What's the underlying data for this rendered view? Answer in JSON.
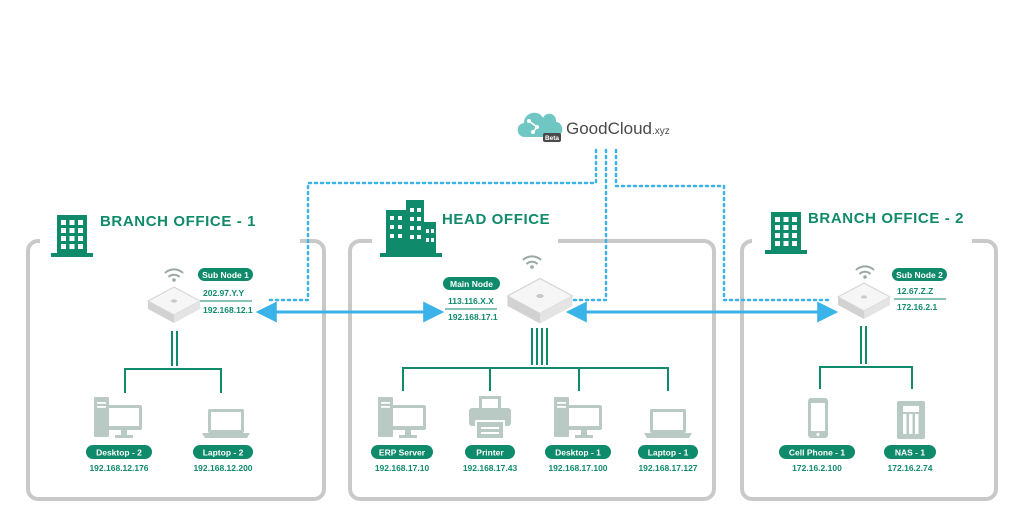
{
  "cloud": {
    "brand": "GoodCloud",
    "suffix": ".xyz",
    "badge": "Beta"
  },
  "offices": {
    "branch1": {
      "title": "BRANCH OFFICE - 1"
    },
    "head": {
      "title": "HEAD OFFICE"
    },
    "branch2": {
      "title": "BRANCH OFFICE - 2"
    }
  },
  "nodes": {
    "sub1": {
      "label": "Sub Node 1",
      "wan_ip": "202.97.Y.Y",
      "lan_ip": "192.168.12.1"
    },
    "main": {
      "label": "Main Node",
      "wan_ip": "113.116.X.X",
      "lan_ip": "192.168.17.1"
    },
    "sub2": {
      "label": "Sub Node 2",
      "wan_ip": "12.67.Z.Z",
      "lan_ip": "172.16.2.1"
    }
  },
  "devices": {
    "desktop2": {
      "name": "Desktop - 2",
      "ip": "192.168.12.176",
      "icon": "desktop-icon"
    },
    "laptop2": {
      "name": "Laptop - 2",
      "ip": "192.168.12.200",
      "icon": "laptop-icon"
    },
    "erp": {
      "name": "ERP Server",
      "ip": "192.168.17.10",
      "icon": "server-icon"
    },
    "printer": {
      "name": "Printer",
      "ip": "192.168.17.43",
      "icon": "printer-icon"
    },
    "desktop1": {
      "name": "Desktop - 1",
      "ip": "192.168.17.100",
      "icon": "desktop-icon"
    },
    "laptop1": {
      "name": "Laptop - 1",
      "ip": "192.168.17.127",
      "icon": "laptop-icon"
    },
    "phone1": {
      "name": "Cell Phone - 1",
      "ip": "172.16.2.100",
      "icon": "cell-phone-icon"
    },
    "nas1": {
      "name": "NAS - 1",
      "ip": "172.16.2.74",
      "icon": "nas-icon"
    }
  },
  "colors": {
    "accent_green": "#0f8a6b",
    "box_gray": "#c9c9c9",
    "device_gray": "#b9c9c4",
    "link_blue": "#3ab3e8"
  }
}
